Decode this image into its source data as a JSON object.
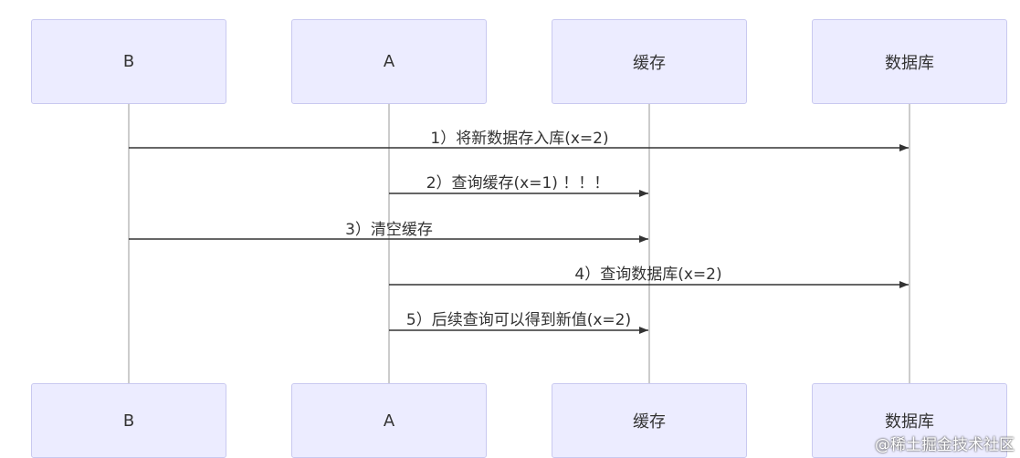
{
  "actors": [
    {
      "id": "B",
      "label": "B"
    },
    {
      "id": "A",
      "label": "A"
    },
    {
      "id": "cache",
      "label": "缓存"
    },
    {
      "id": "db",
      "label": "数据库"
    }
  ],
  "messages": [
    {
      "from": "B",
      "to": "db",
      "label": "1）将新数据存入库(x=2)"
    },
    {
      "from": "A",
      "to": "cache",
      "label": "2）查询缓存(x=1) ！！！"
    },
    {
      "from": "B",
      "to": "cache",
      "label": "3）清空缓存"
    },
    {
      "from": "A",
      "to": "db",
      "label": "4）查询数据库(x=2)"
    },
    {
      "from": "A",
      "to": "cache",
      "label": "5）后续查询可以得到新值(x=2)"
    }
  ],
  "watermark": "@稀土掘金技术社区",
  "colors": {
    "actor_fill": "#ececff",
    "actor_border": "#c9c9f0",
    "line": "#999999",
    "arrow": "#333333"
  }
}
